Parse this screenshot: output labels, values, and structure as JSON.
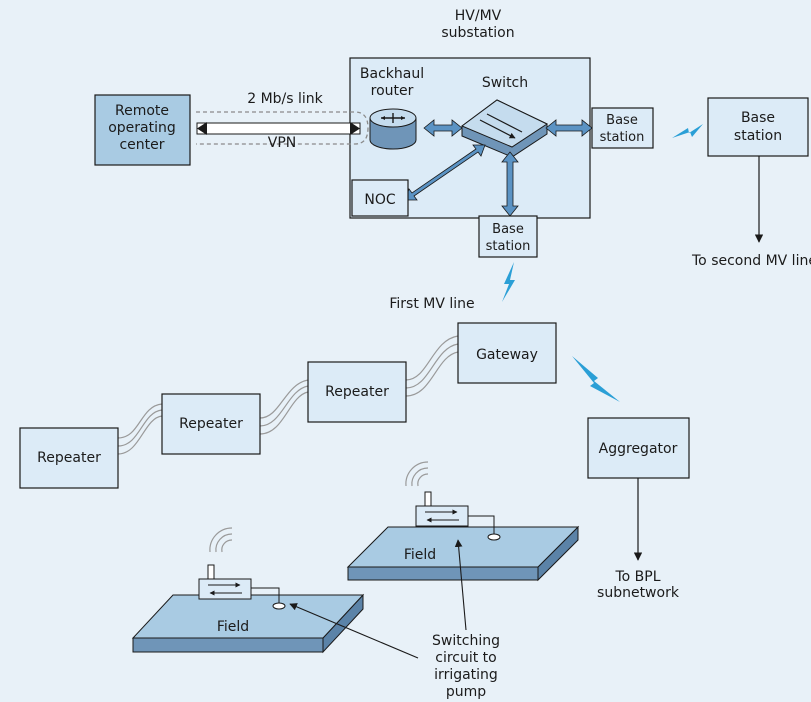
{
  "colors": {
    "panel_bg": "#e8f1f8",
    "box_fill": "#dcebf7",
    "box_fill_dark": "#a9cbe3",
    "box_stroke": "#1a1a1a",
    "arrow_fill": "#5b93c4",
    "wireless_bolt": "#2a9fd6"
  },
  "substation": {
    "title_line1": "HV/MV",
    "title_line2": "substation"
  },
  "remote_center": {
    "line1": "Remote",
    "line2": "operating",
    "line3": "center"
  },
  "link": {
    "rate_label": "2 Mb/s link",
    "vpn_label": "VPN"
  },
  "backhaul_router": {
    "line1": "Backhaul",
    "line2": "router"
  },
  "switch": {
    "label": "Switch"
  },
  "noc": {
    "label": "NOC"
  },
  "base_station_right_inner": {
    "line1": "Base",
    "line2": "station"
  },
  "base_station_far": {
    "line1": "Base",
    "line2": "station"
  },
  "base_station_bottom": {
    "line1": "Base",
    "line2": "station"
  },
  "second_mv": {
    "label": "To second MV line"
  },
  "first_mv": {
    "label": "First MV line"
  },
  "gateway": {
    "label": "Gateway"
  },
  "repeaters": [
    {
      "label": "Repeater"
    },
    {
      "label": "Repeater"
    },
    {
      "label": "Repeater"
    }
  ],
  "aggregator": {
    "label": "Aggregator"
  },
  "bpl": {
    "line1": "To BPL",
    "line2": "subnetwork"
  },
  "fields": [
    {
      "label": "Field"
    },
    {
      "label": "Field"
    }
  ],
  "switching_circuit": {
    "line1": "Switching",
    "line2": "circuit to",
    "line3": "irrigating",
    "line4": "pump"
  }
}
